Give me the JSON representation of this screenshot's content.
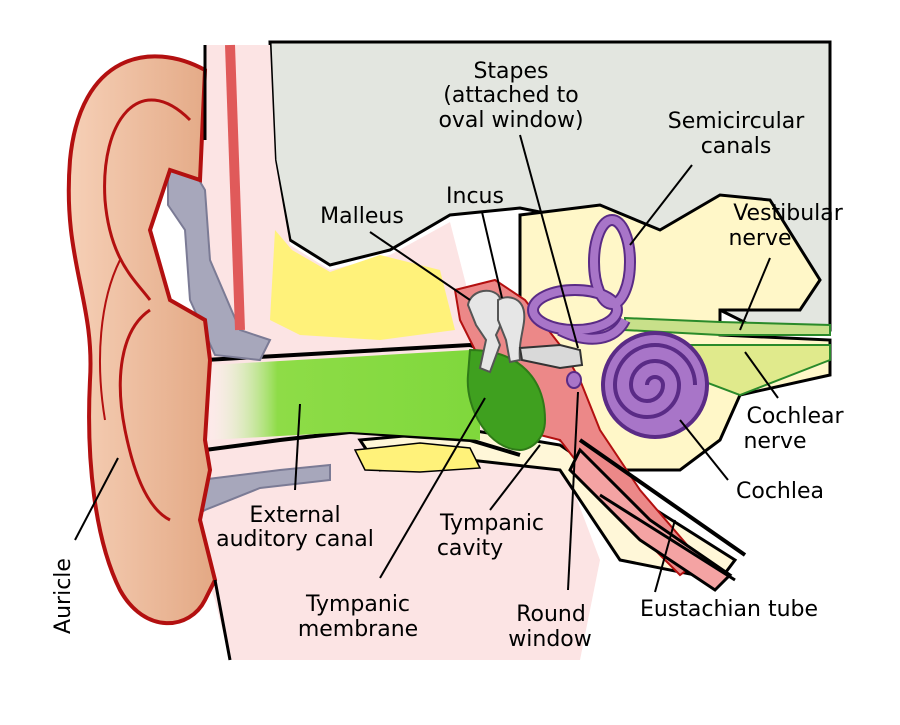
{
  "labels": {
    "stapes": [
      "Stapes",
      "(attached to",
      "oval window)"
    ],
    "semicircular_canals": [
      "Semicircular",
      "canals"
    ],
    "incus": [
      "Incus"
    ],
    "malleus": [
      "Malleus"
    ],
    "vestibular_nerve": [
      "Vestibular",
      "nerve"
    ],
    "cochlear_nerve": [
      "Cochlear",
      "nerve"
    ],
    "cochlea": [
      "Cochlea"
    ],
    "external_auditory_canal": [
      "External",
      "auditory canal"
    ],
    "tympanic_cavity": [
      "Tympanic",
      "cavity"
    ],
    "tympanic_membrane": [
      "Tympanic",
      "membrane"
    ],
    "round_window": [
      "Round",
      "window"
    ],
    "eustachian_tube": [
      "Eustachian tube"
    ],
    "auricle": [
      "Auricle"
    ]
  },
  "colors": {
    "bone_background": "#e3e6e0",
    "tissue_pink": "#fce4e4",
    "cartilage_yellow": "#fff27a",
    "canal_green": "#8edc47",
    "membrane_green": "#3fa01f",
    "auricle_skin": "#e9b595",
    "auricle_outline": "#b31010",
    "ossicle_red": "#ec8888",
    "labyrinth_purple": "#a875c8",
    "gray_bone": "#a7a7bb",
    "nerve_green": "#c8e08a"
  }
}
